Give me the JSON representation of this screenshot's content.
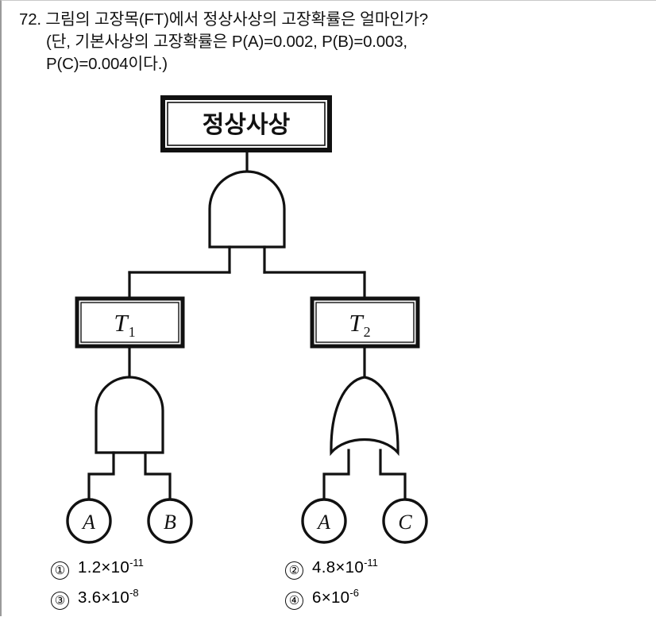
{
  "question": {
    "number": "72.",
    "lines": [
      "72. 그림의 고장목(FT)에서 정상사상의 고장확률은 얼마인가?",
      "(단, 기본사상의 고장확률은 P(A)=0.002, P(B)=0.003,",
      "P(C)=0.004이다.)"
    ]
  },
  "diagram": {
    "type": "fault-tree",
    "top_event": {
      "label": "정상사상",
      "shape": "rectangle-double-border"
    },
    "gates": [
      {
        "id": "gate-top",
        "type": "AND",
        "symbol": "and-gate",
        "parent": "top_event",
        "children": [
          "T1",
          "T2"
        ]
      },
      {
        "id": "gate-t1",
        "type": "AND",
        "symbol": "and-gate",
        "parent": "T1",
        "children": [
          "A1",
          "B1"
        ]
      },
      {
        "id": "gate-t2",
        "type": "OR",
        "symbol": "or-gate",
        "parent": "T2",
        "children": [
          "A2",
          "C1"
        ]
      }
    ],
    "intermediate_events": [
      {
        "id": "T1",
        "label": "T",
        "subscript": "1",
        "shape": "rectangle"
      },
      {
        "id": "T2",
        "label": "T",
        "subscript": "2",
        "shape": "rectangle"
      }
    ],
    "basic_events": [
      {
        "id": "A1",
        "label": "A",
        "shape": "circle"
      },
      {
        "id": "B1",
        "label": "B",
        "shape": "circle"
      },
      {
        "id": "A2",
        "label": "A",
        "shape": "circle"
      },
      {
        "id": "C1",
        "label": "C",
        "shape": "circle"
      }
    ],
    "stroke_color": "#111111",
    "fill_color": "#ffffff"
  },
  "choices": [
    {
      "marker": "①",
      "base": "1.2×10",
      "exponent": "-11"
    },
    {
      "marker": "②",
      "base": "4.8×10",
      "exponent": "-11"
    },
    {
      "marker": "③",
      "base": "3.6×10",
      "exponent": "-8"
    },
    {
      "marker": "④",
      "base": "6×10",
      "exponent": "-6"
    }
  ]
}
